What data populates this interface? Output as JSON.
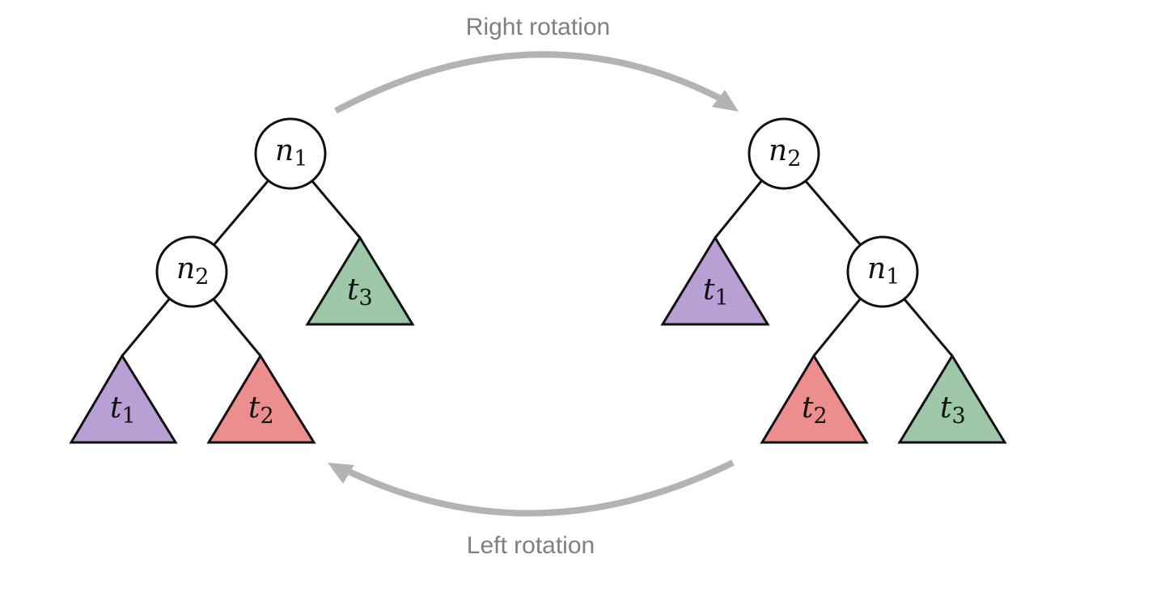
{
  "captions": {
    "right": "Right rotation",
    "left": "Left rotation"
  },
  "colors": {
    "purple": "#b8a0d4",
    "red": "#ec8e8e",
    "green": "#9dc7a6",
    "arrow": "#b3b3b3",
    "caption": "#808080",
    "stroke": "#111111"
  },
  "left_tree": {
    "root": {
      "var": "n",
      "sub": "1"
    },
    "child": {
      "var": "n",
      "sub": "2"
    },
    "t1": {
      "var": "t",
      "sub": "1",
      "color": "purple"
    },
    "t2": {
      "var": "t",
      "sub": "2",
      "color": "red"
    },
    "t3": {
      "var": "t",
      "sub": "3",
      "color": "green"
    }
  },
  "right_tree": {
    "root": {
      "var": "n",
      "sub": "2"
    },
    "child": {
      "var": "n",
      "sub": "1"
    },
    "t1": {
      "var": "t",
      "sub": "1",
      "color": "purple"
    },
    "t2": {
      "var": "t",
      "sub": "2",
      "color": "red"
    },
    "t3": {
      "var": "t",
      "sub": "3",
      "color": "green"
    }
  }
}
